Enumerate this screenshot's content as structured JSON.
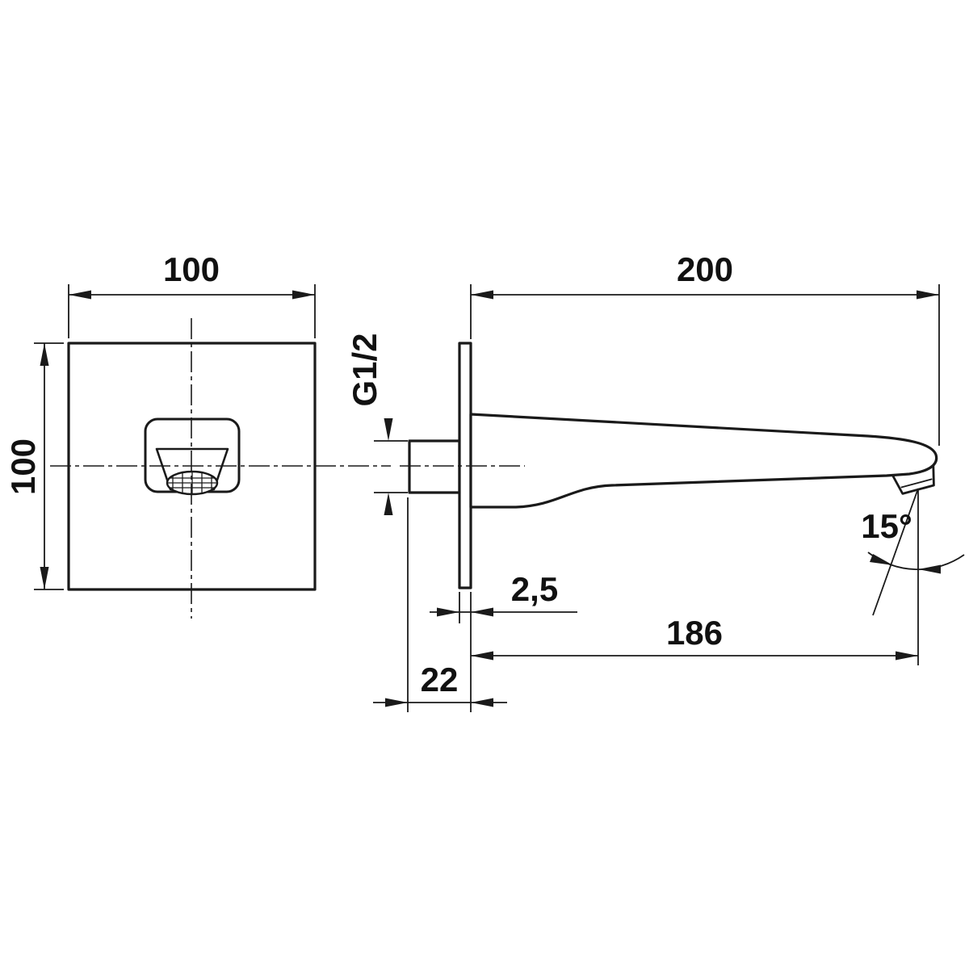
{
  "drawing": {
    "description": "Technical dimensional drawing of a wall-mounted square bath spout, front view and side view",
    "front_view": {
      "width": "100",
      "height": "100"
    },
    "side_view": {
      "length": "200",
      "thread": "G1/2",
      "plate_thickness": "2,5",
      "reach_to_outlet": "186",
      "wall_connection": "22",
      "outlet_angle": "15°"
    },
    "colors": {
      "line": "#1a1a1a",
      "background": "#ffffff"
    }
  }
}
